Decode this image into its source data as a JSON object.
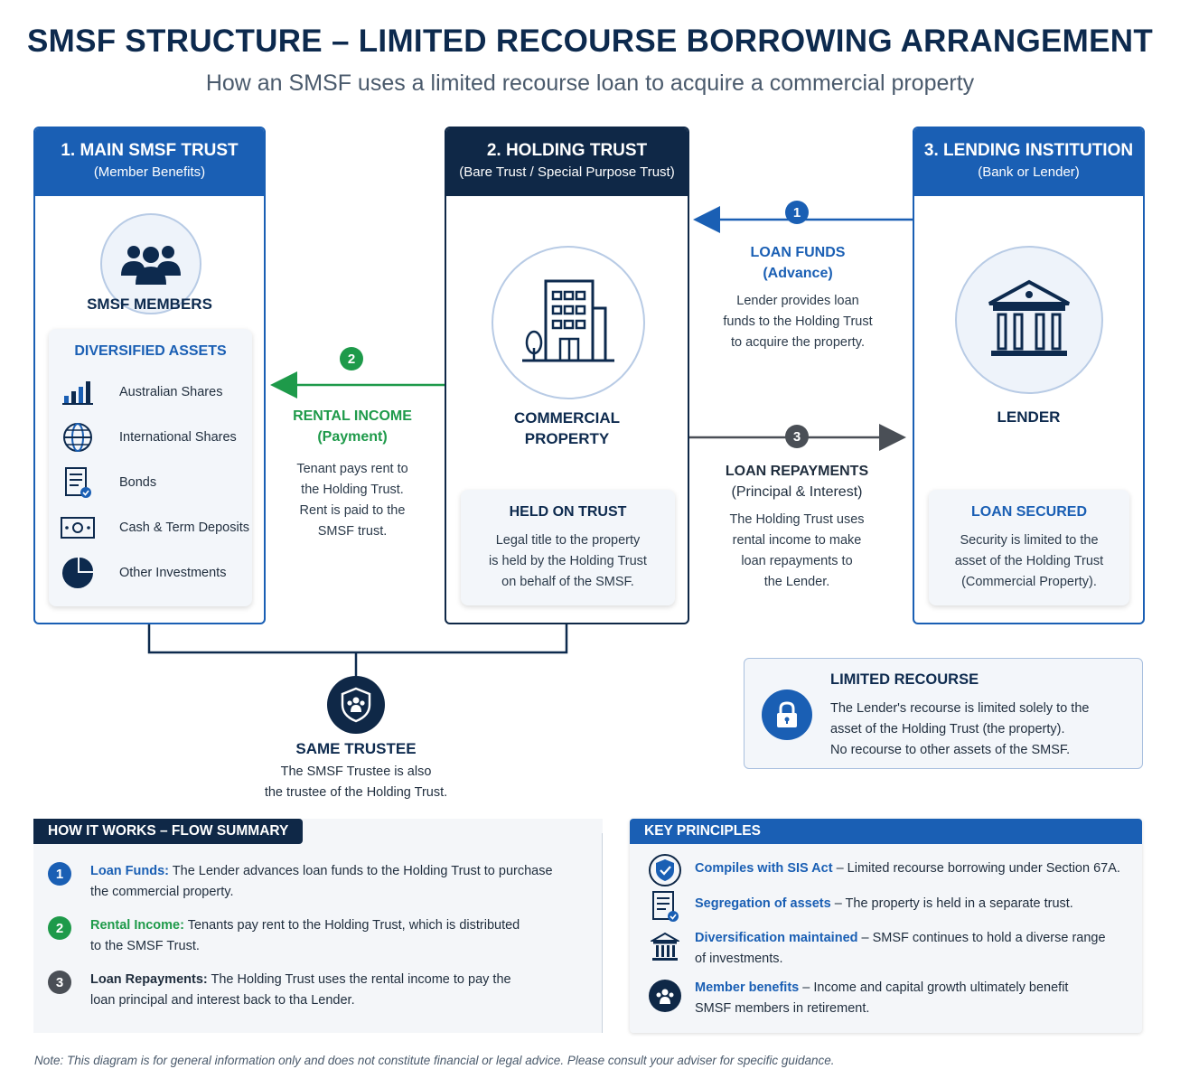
{
  "title": "SMSF STRUCTURE – LIMITED RECOURSE BORROWING ARRANGEMENT",
  "subtitle": "How an SMSF uses a limited recourse loan to acquire a commercial property",
  "panel1": {
    "title": "1. MAIN SMSF TRUST",
    "subtitle": "(Member Benefits)",
    "members_label": "SMSF MEMBERS",
    "assets_title": "DIVERSIFIED ASSETS",
    "assets": [
      "Australian Shares",
      "International Shares",
      "Bonds",
      "Cash & Term Deposits",
      "Other Investments"
    ]
  },
  "panel2": {
    "title": "2. HOLDING TRUST",
    "subtitle": "(Bare Trust / Special Purpose Trust)",
    "property_line1": "COMMERCIAL",
    "property_line2": "PROPERTY",
    "card_title": "HELD ON TRUST",
    "card_lines": [
      "Legal title to the property",
      "is held by the Holding Trust",
      "on behalf of the SMSF."
    ]
  },
  "panel3": {
    "title": "3. LENDING INSTITUTION",
    "subtitle": "(Bank or Lender)",
    "lender_label": "LENDER",
    "card_title": "LOAN SECURED",
    "card_lines": [
      "Security is limited to the",
      "asset of the Holding Trust",
      "(Commercial Property)."
    ]
  },
  "flows": {
    "loan_funds": {
      "num": "1",
      "title1": "LOAN FUNDS",
      "title2": "(Advance)",
      "lines": [
        "Lender provides loan",
        "funds to the Holding Trust",
        "to acquire the property."
      ]
    },
    "rental_income": {
      "num": "2",
      "title1": "RENTAL INCOME",
      "title2": "(Payment)",
      "lines": [
        "Tenant pays rent to",
        "the Holding Trust.",
        "Rent is paid to the",
        "SMSF trust."
      ]
    },
    "loan_repayments": {
      "num": "3",
      "title1": "LOAN REPAYMENTS",
      "title2": "(Principal & Interest)",
      "lines": [
        "The Holding Trust uses",
        "rental income to make",
        "loan repayments to",
        "the Lender."
      ]
    }
  },
  "trustee": {
    "title": "SAME TRUSTEE",
    "lines": [
      "The SMSF Trustee is also",
      "the trustee of the Holding Trust."
    ]
  },
  "recourse": {
    "title": "LIMITED RECOURSE",
    "lines": [
      "The Lender's recourse is limited solely to the",
      "asset of the Holding Trust (the property).",
      "No recourse to other assets of the SMSF."
    ]
  },
  "how_it_works": {
    "title": "HOW IT WORKS – FLOW SUMMARY",
    "items": [
      {
        "num": "1",
        "label": "Loan Funds:",
        "line1": " The Lender advances loan funds to the Holding Trust to purchase",
        "line2": "the commercial property."
      },
      {
        "num": "2",
        "label": "Rental Income:",
        "line1": " Tenants pay rent to the Holding Trust, which is distributed",
        "line2": "to the SMSF Trust."
      },
      {
        "num": "3",
        "label": "Loan Repayments:",
        "line1": " The Holding Trust uses the rental income to pay the",
        "line2": "loan principal and interest back to tha Lender."
      }
    ]
  },
  "key_principles": {
    "title": "KEY PRINCIPLES",
    "items": [
      {
        "label": "Compiles with SIS Act",
        "line1": " – Limited recourse borrowing under Section 67A.",
        "line2": ""
      },
      {
        "label": "Segregation of assets",
        "line1": " – The property is held in a separate trust.",
        "line2": ""
      },
      {
        "label": "Diversification maintained",
        "line1": " – SMSF continues to hold a diverse range",
        "line2": "of investments."
      },
      {
        "label": "Member benefits",
        "line1": " – Income and capital growth ultimately benefit",
        "line2": "SMSF members in retirement."
      }
    ]
  },
  "note": "Note: This diagram is for general information only and does not constitute financial or legal advice. Please consult your adviser for specific guidance.",
  "colors": {
    "blue": "#1a5fb4",
    "navy": "#0f2847",
    "green": "#1e9a4a",
    "grey": "#4a4f56"
  }
}
